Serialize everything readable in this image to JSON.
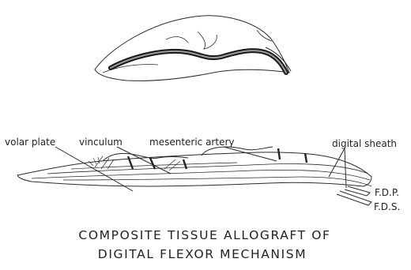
{
  "labels": {
    "volar_plate": "volar plate",
    "vinculum": "vinculum",
    "mesenteric_artery": "mesenteric artery",
    "digital_sheath": "digital sheath",
    "fdp": "F.D.P.",
    "fds": "F.D.S."
  },
  "caption": {
    "line1": "COMPOSITE TISSUE ALLOGRAFT OF",
    "line2": "DIGITAL FLEXOR MECHANISM"
  }
}
